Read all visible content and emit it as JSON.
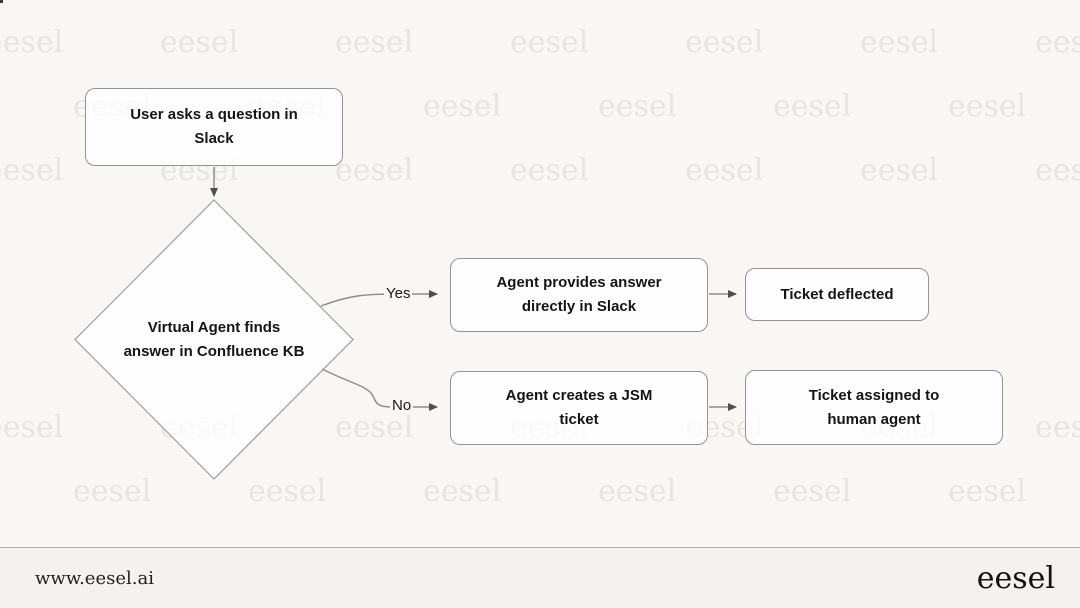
{
  "watermark": {
    "text": "eesel",
    "color": "#e7e5e0"
  },
  "diagram": {
    "nodes": {
      "start": {
        "label": "User asks a question in\nSlack"
      },
      "decision": {
        "label": "Virtual Agent finds\nanswer in Confluence KB"
      },
      "answer": {
        "label": "Agent provides answer\ndirectly in Slack"
      },
      "deflected": {
        "label": "Ticket deflected"
      },
      "ticket": {
        "label": "Agent creates a JSM\nticket"
      },
      "assigned": {
        "label": "Ticket assigned to\nhuman agent"
      }
    },
    "edges": {
      "yes": {
        "label": "Yes"
      },
      "no": {
        "label": "No"
      }
    }
  },
  "footer": {
    "website": "www.eesel.ai",
    "logo": "eesel"
  },
  "colors": {
    "canvas_bg": "#f8f7f3",
    "footer_bg": "#f4f2ee",
    "node_fill": "rgba(255,255,255,0.78)",
    "node_border": "#949494",
    "connector": "#8c8c8c",
    "arrowhead": "#4f4f4f",
    "text": "#151515",
    "watermark": "#e7e5e0"
  }
}
